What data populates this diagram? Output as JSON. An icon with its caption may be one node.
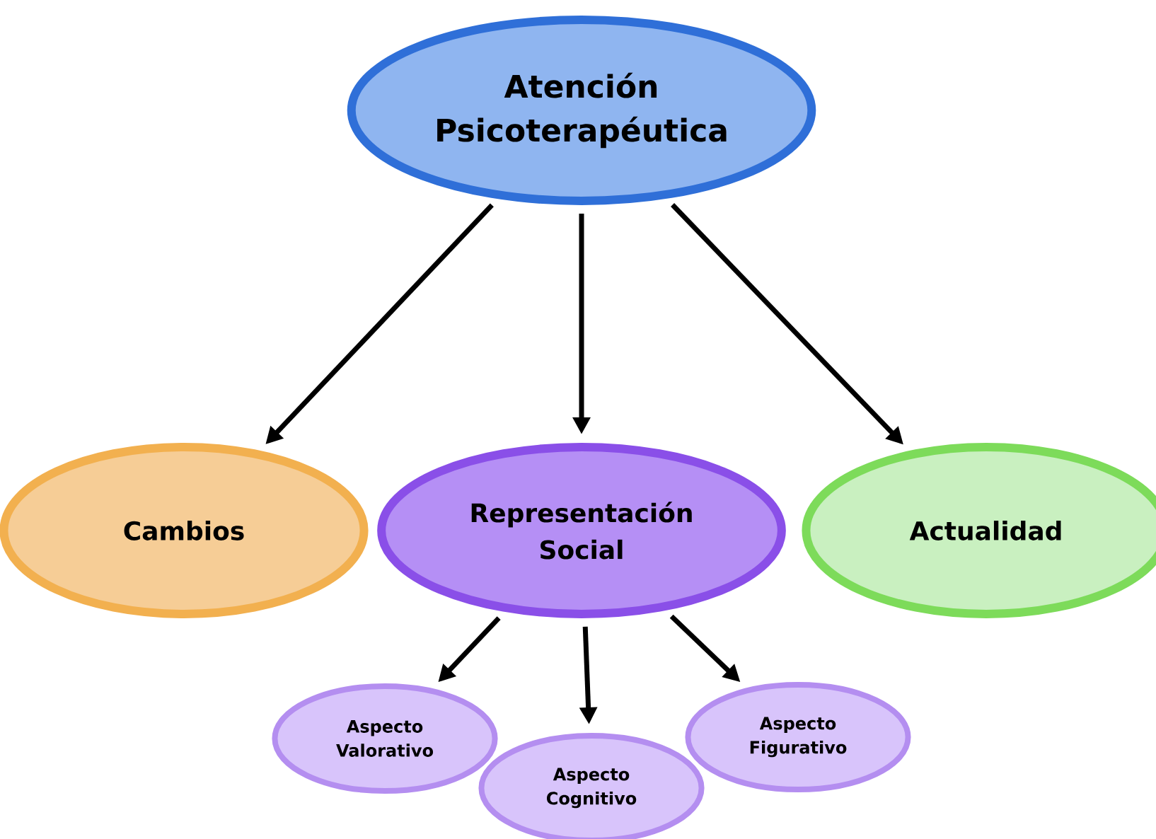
{
  "diagram": {
    "nodes": [
      {
        "text": [
          "Atención Psicoterapéutica"
        ]
      },
      {
        "text": [
          "Cambios"
        ]
      },
      {
        "text": [
          "Representación Social"
        ]
      },
      {
        "text": [
          "Actualidad"
        ]
      },
      {
        "text": [
          "Aspecto Valorativo"
        ]
      },
      {
        "text": [
          "Aspecto Cognitivo"
        ]
      },
      {
        "text": [
          "Aspecto Figurativo"
        ]
      }
    ],
    "edges": [
      {
        "from": 0,
        "to": 1,
        "arrow": "to"
      },
      {
        "from": 0,
        "to": 2,
        "arrow": "to"
      },
      {
        "from": 0,
        "to": 3,
        "arrow": "to"
      },
      {
        "from": 2,
        "to": 4,
        "arrow": "to"
      },
      {
        "from": 2,
        "to": 5,
        "arrow": "to"
      },
      {
        "from": 2,
        "to": 6,
        "arrow": "to"
      }
    ]
  }
}
